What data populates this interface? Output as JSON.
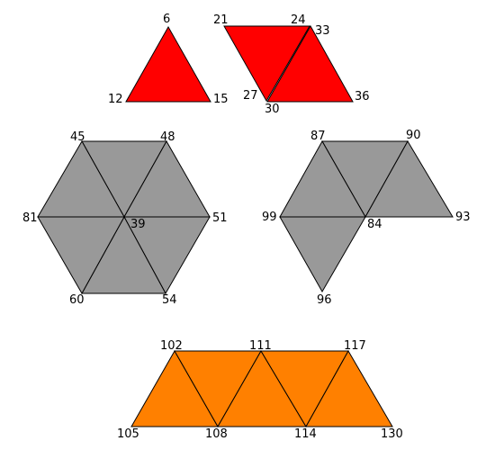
{
  "colors": {
    "red": "#ff0000",
    "gray": "#999999",
    "orange": "#ff8000",
    "stroke": "#000000"
  },
  "groups": [
    {
      "name": "single-red-triangle",
      "color": "red",
      "triangles": [
        [
          "6",
          "12",
          "15"
        ]
      ],
      "labels": [
        "6",
        "12",
        "15"
      ]
    },
    {
      "name": "red-parallelogram",
      "color": "red",
      "triangles": [
        [
          "21",
          "24",
          "27"
        ],
        [
          "33",
          "30",
          "36"
        ]
      ],
      "labels": [
        "21",
        "24",
        "33",
        "27",
        "30",
        "36"
      ]
    },
    {
      "name": "gray-hexagon",
      "color": "gray",
      "triangles": [
        [
          "45",
          "48",
          "39"
        ],
        [
          "48",
          "51",
          "39"
        ],
        [
          "51",
          "54",
          "39"
        ],
        [
          "54",
          "60",
          "39"
        ],
        [
          "60",
          "81",
          "39"
        ],
        [
          "81",
          "45",
          "39"
        ]
      ],
      "labels": [
        "45",
        "48",
        "81",
        "39",
        "51",
        "60",
        "54"
      ]
    },
    {
      "name": "gray-cluster",
      "color": "gray",
      "triangles": [
        [
          "87",
          "90",
          "84"
        ],
        [
          "90",
          "93",
          "84"
        ],
        [
          "87",
          "84",
          "99"
        ],
        [
          "99",
          "84",
          "96"
        ]
      ],
      "labels": [
        "87",
        "90",
        "99",
        "84",
        "93",
        "96"
      ]
    },
    {
      "name": "orange-strip",
      "color": "orange",
      "triangles": [
        [
          "102",
          "105",
          "108"
        ],
        [
          "102",
          "108",
          "111"
        ],
        [
          "111",
          "108",
          "114"
        ],
        [
          "111",
          "114",
          "117"
        ],
        [
          "117",
          "114",
          "130"
        ]
      ],
      "labels": [
        "102",
        "111",
        "117",
        "105",
        "108",
        "114",
        "130"
      ]
    }
  ]
}
